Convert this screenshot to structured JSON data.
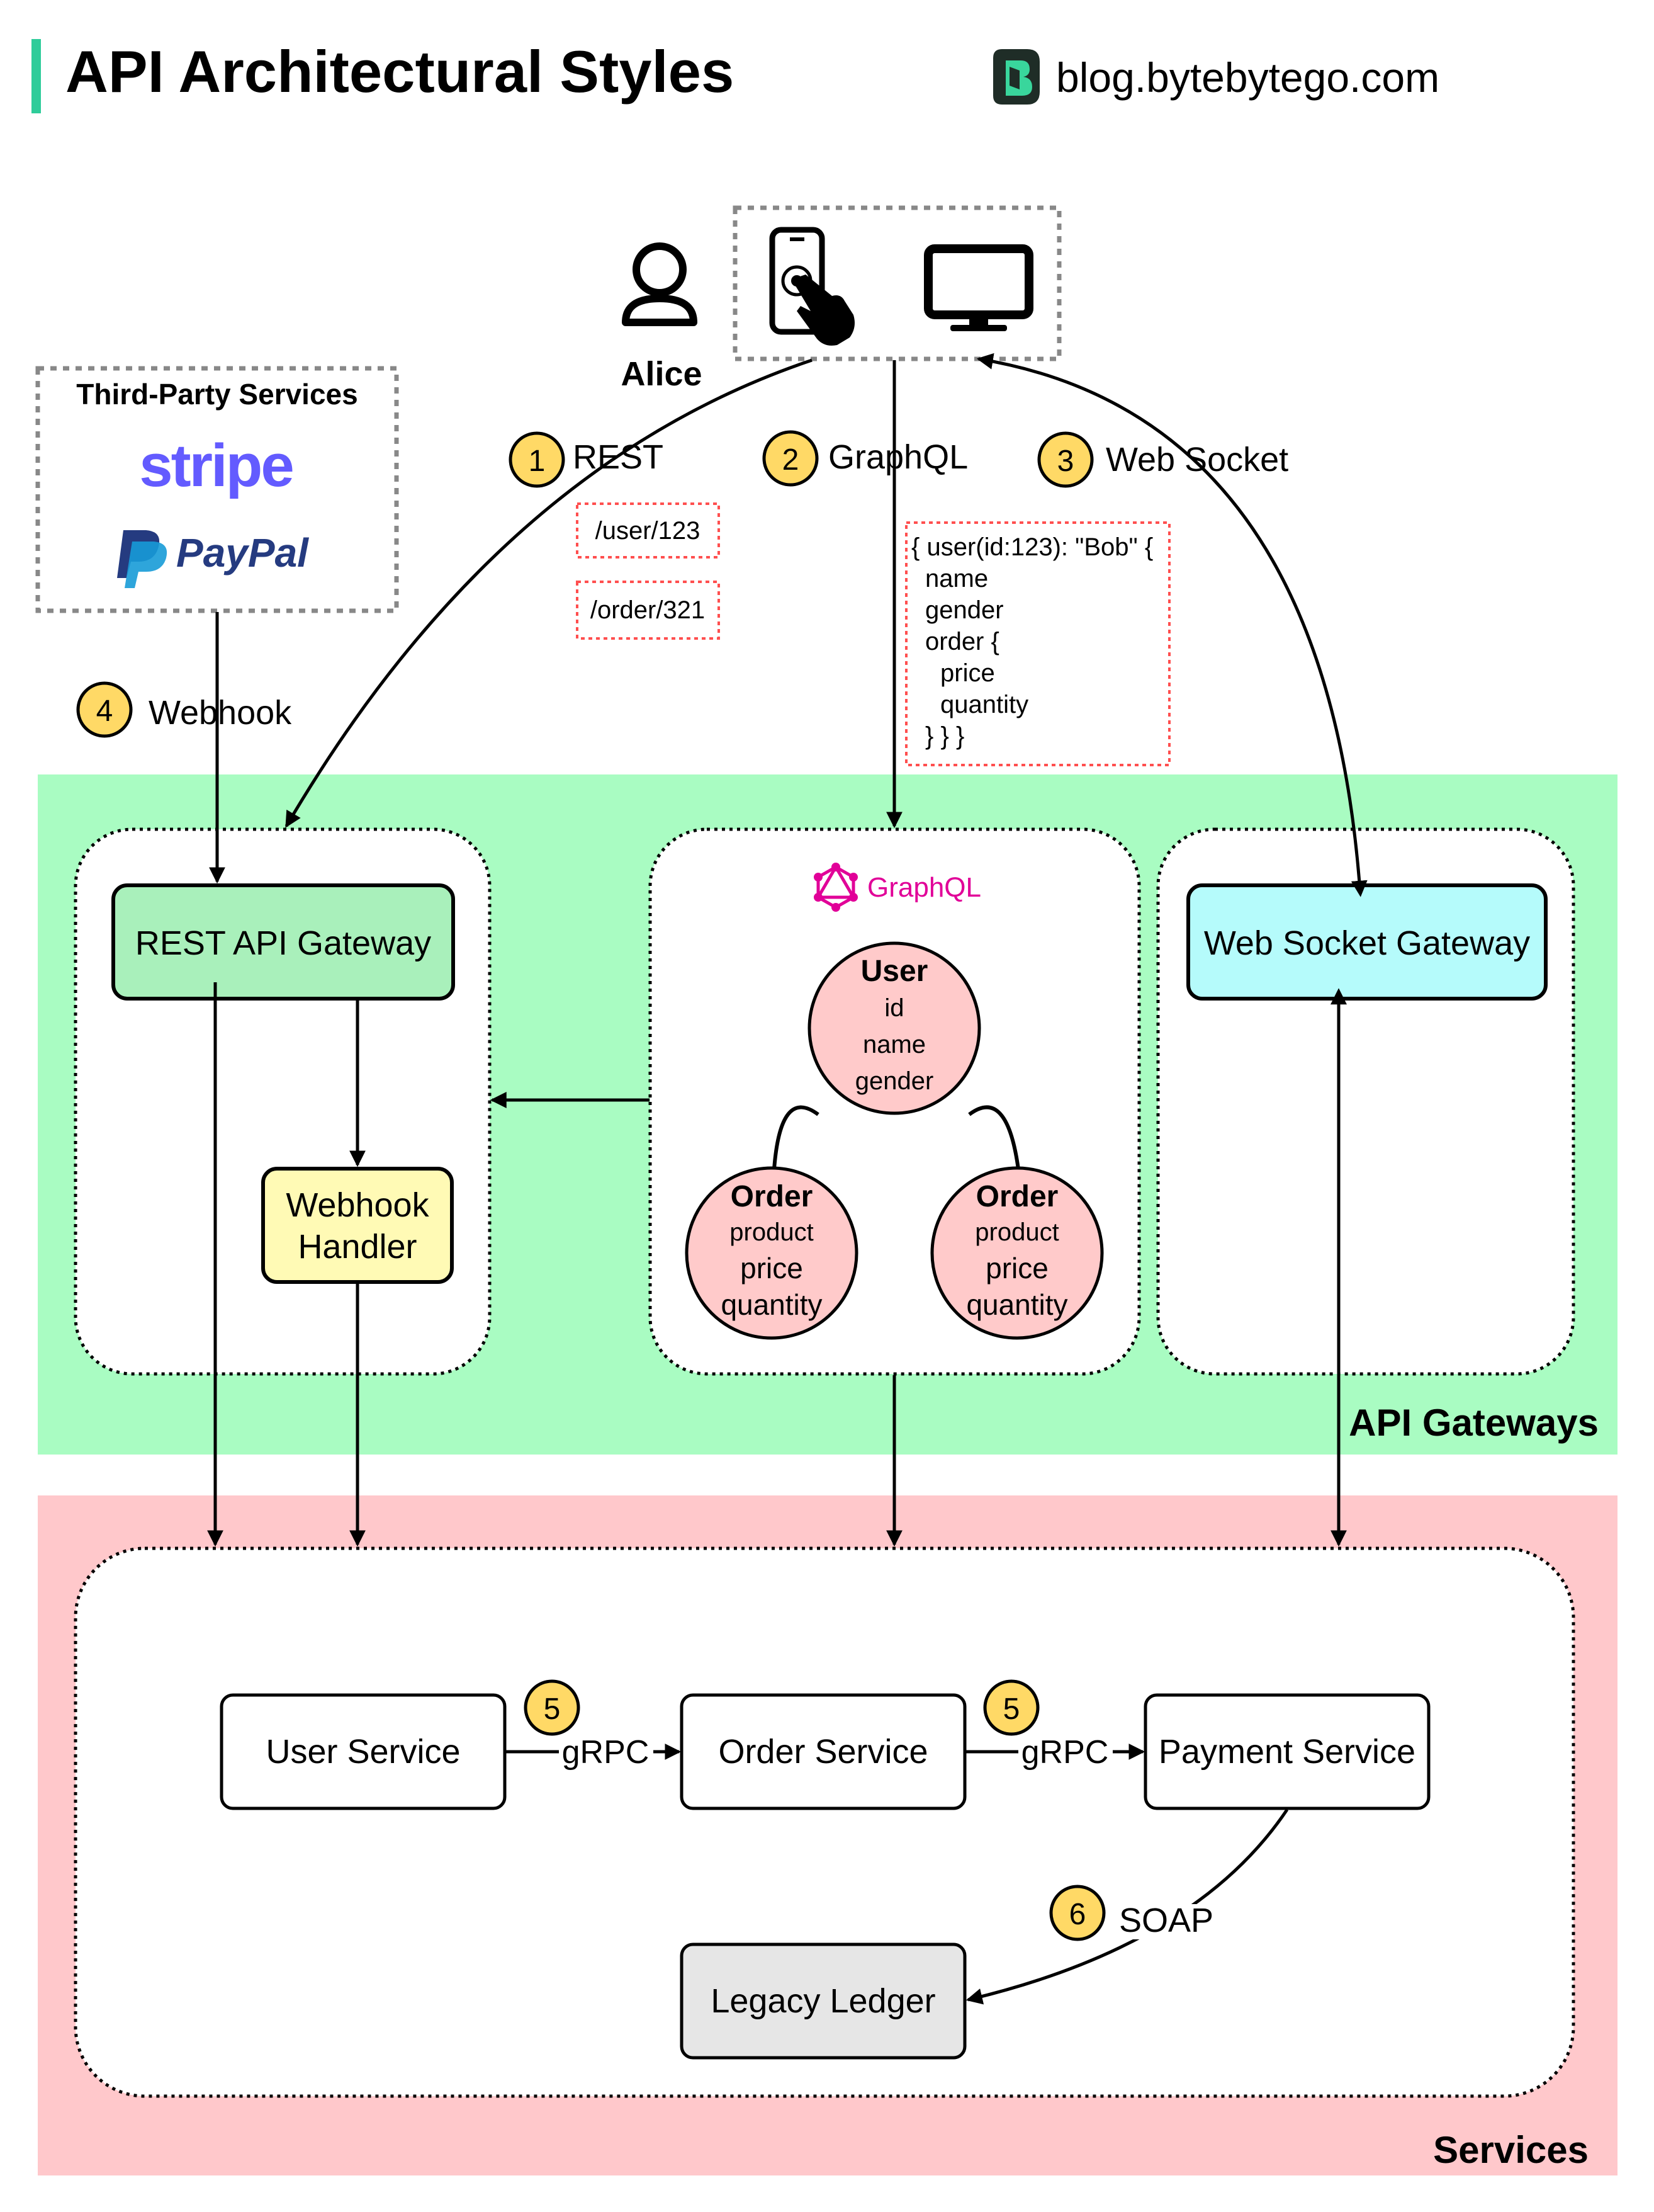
{
  "header": {
    "title": "API Architectural Styles",
    "site": "blog.bytebytego.com",
    "accent": "#2ecc9a"
  },
  "client": {
    "user_label": "Alice",
    "icons": [
      "user-icon",
      "smartphone-touch-icon",
      "desktop-monitor-icon"
    ]
  },
  "third_party": {
    "title": "Third-Party Services",
    "providers": [
      "stripe",
      "PayPal"
    ]
  },
  "flows": {
    "rest": {
      "num": "1",
      "label": "REST",
      "endpoints": [
        "/user/123",
        "/order/321"
      ]
    },
    "graphql": {
      "num": "2",
      "label": "GraphQL",
      "query": [
        "{ user(id:123): \"Bob\" {",
        "name",
        "gender",
        "order {",
        "price",
        "quantity",
        "} } }"
      ]
    },
    "websocket": {
      "num": "3",
      "label": "Web Socket"
    },
    "webhook": {
      "num": "4",
      "label": "Webhook"
    },
    "grpc": {
      "num": "5",
      "label": "gRPC"
    },
    "soap": {
      "num": "6",
      "label": "SOAP"
    }
  },
  "gateways": {
    "section_label": "API Gateways",
    "rest_gateway": "REST API Gateway",
    "webhook_handler": [
      "Webhook",
      "Handler"
    ],
    "graphql_logo": "GraphQL",
    "user_node": {
      "title": "User",
      "fields": [
        "id",
        "name",
        "gender"
      ]
    },
    "order_node": {
      "title": "Order",
      "fields": [
        "product",
        "price",
        "quantity"
      ]
    },
    "websocket_gateway": "Web Socket Gateway"
  },
  "services": {
    "section_label": "Services",
    "user_service": "User Service",
    "order_service": "Order Service",
    "payment_service": "Payment Service",
    "legacy_ledger": "Legacy Ledger"
  },
  "colors": {
    "gateway_band": "#a9fcc2",
    "services_band": "#ffc8cb",
    "rest_box": "#a9f0bb",
    "webhook_box": "#fffab5",
    "ws_box": "#b5fbfb",
    "graph_node": "#ffcaca",
    "badge": "#ffd966",
    "ledger": "#e6e6e6",
    "graphql_pink": "#e10098",
    "stripe": "#635bff",
    "paypal_dark": "#253b80",
    "paypal_light": "#179bd7"
  }
}
